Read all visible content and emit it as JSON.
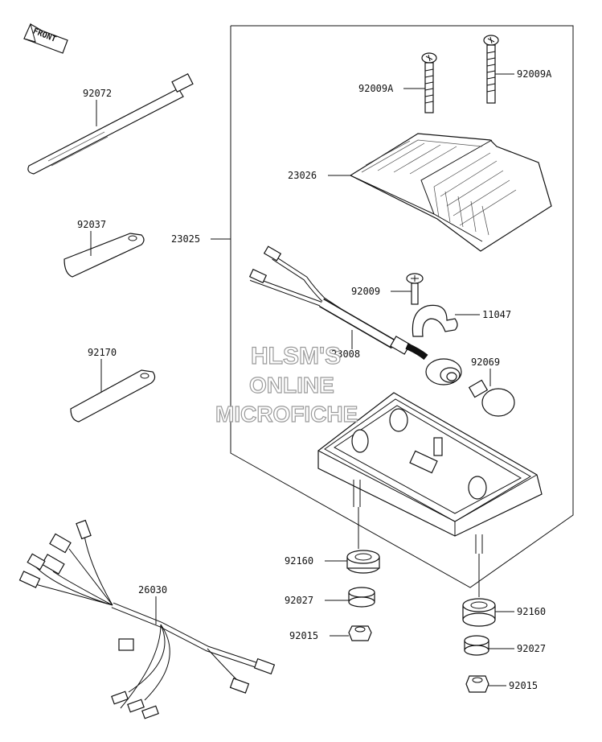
{
  "front_marker": "FRONT",
  "watermark": [
    "HLSM'S",
    "ONLINE",
    "MICROFICHE"
  ],
  "labels": {
    "p92072": "92072",
    "p92037": "92037",
    "p92170": "92170",
    "p23025": "23025",
    "p92009A_left": "92009A",
    "p92009A_right": "92009A",
    "p23026": "23026",
    "p92009": "92009",
    "p11047": "11047",
    "p23008": "23008",
    "p92069": "92069",
    "p26030": "26030",
    "p92160_left": "92160",
    "p92027_left": "92027",
    "p92015_left": "92015",
    "p92160_right": "92160",
    "p92027_right": "92027",
    "p92015_right": "92015"
  }
}
